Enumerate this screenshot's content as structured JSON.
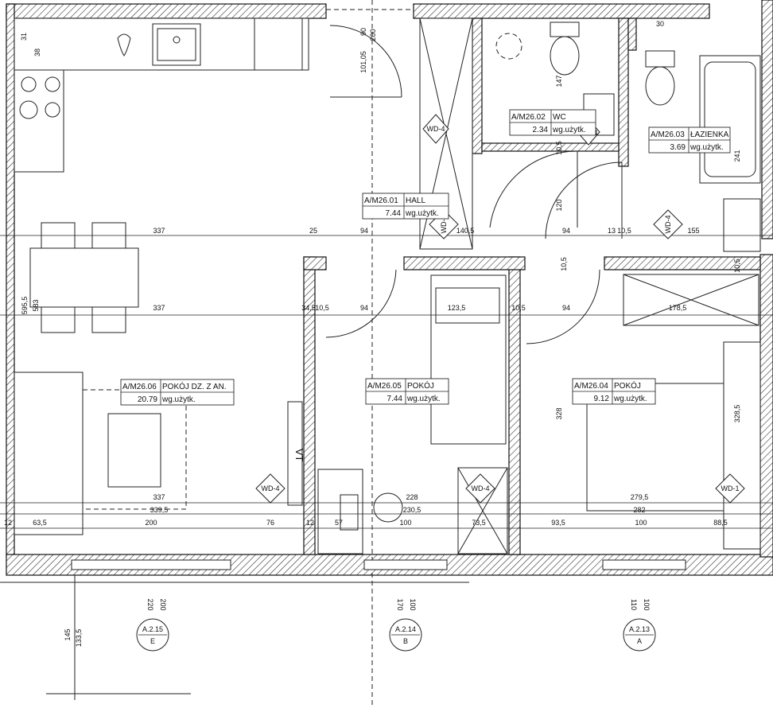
{
  "rooms": [
    {
      "code": "A/M26.01",
      "name": "HALL",
      "area": "7.44",
      "unit": "wg.użytk."
    },
    {
      "code": "A/M26.02",
      "name": "WC",
      "area": "2.34",
      "unit": "wg.użytk."
    },
    {
      "code": "A/M26.03",
      "name": "ŁAZIENKA",
      "area": "3.69",
      "unit": "wg.użytk."
    },
    {
      "code": "A/M26.04",
      "name": "POKÓJ",
      "area": "9.12",
      "unit": "wg.użytk."
    },
    {
      "code": "A/M26.05",
      "name": "POKÓJ",
      "area": "7.44",
      "unit": "wg.użytk."
    },
    {
      "code": "A/M26.06",
      "name": "POKÓJ DZ. Z AN.",
      "area": "20.79",
      "unit": "wg.użytk."
    }
  ],
  "wd_tags": [
    "WD-4",
    "WD-4",
    "WD-4",
    "WD-4",
    "WD-4",
    "WD-4",
    "WD-1"
  ],
  "vt_label": "VT",
  "window_tags": [
    {
      "code": "A.2.15",
      "letter": "E",
      "h1": "220",
      "h2": "200"
    },
    {
      "code": "A.2.14",
      "letter": "B",
      "h1": "170",
      "h2": "100"
    },
    {
      "code": "A.2.13",
      "letter": "A",
      "h1": "110",
      "h2": "100"
    }
  ],
  "dimensions": {
    "row1": [
      "337",
      "25",
      "94",
      "140,5",
      "94",
      "13",
      "10,5",
      "155"
    ],
    "row2": [
      "337",
      "34,5",
      "10,5",
      "94",
      "123,5",
      "10,5",
      "94",
      "178,5"
    ],
    "row3": [
      "337",
      "228",
      "279,5"
    ],
    "row4": [
      "339,5",
      "230,5",
      "282"
    ],
    "row5": [
      "63,5",
      "200",
      "76",
      "57",
      "100",
      "73,5",
      "93,5",
      "100",
      "88,5"
    ],
    "vertical": [
      "31",
      "30",
      "38",
      "147",
      "10,5",
      "120",
      "241",
      "595,5",
      "583",
      "328",
      "328,5",
      "145",
      "133,5",
      "90",
      "200",
      "101,05",
      "10,5",
      "10,5",
      "12",
      "12"
    ]
  }
}
